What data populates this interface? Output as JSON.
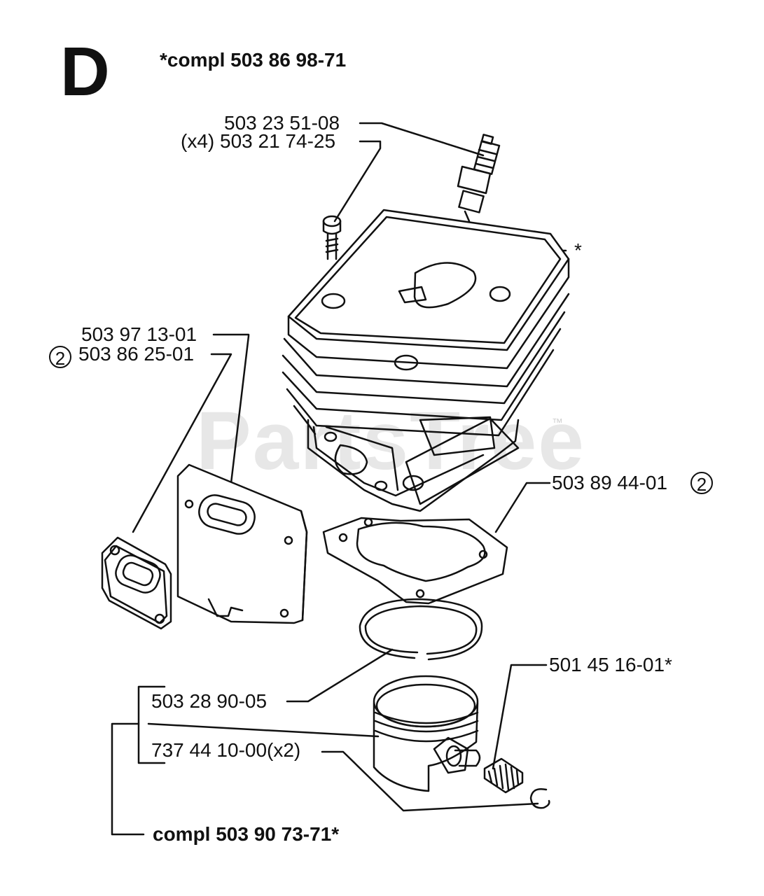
{
  "section_letter": "D",
  "header": "*compl 503 86 98-71",
  "watermark": "PartsTree",
  "watermark_tm": "™",
  "callouts": {
    "spark_plug": "503 23 51-08",
    "screw": "(x4) 503 21 74-25",
    "cylinder": "*",
    "plate": "503 97 13-01",
    "gasket_small_num": "2",
    "gasket_small": "503 86 25-01",
    "base_gasket": "503 89 44-01",
    "base_gasket_num": "2",
    "needle_bearing": "501 45 16-01*",
    "piston_ring": "503 28 90-05",
    "circlip": "737 44 10-00(x2)",
    "piston_kit": "compl 503 90 73-71*"
  }
}
